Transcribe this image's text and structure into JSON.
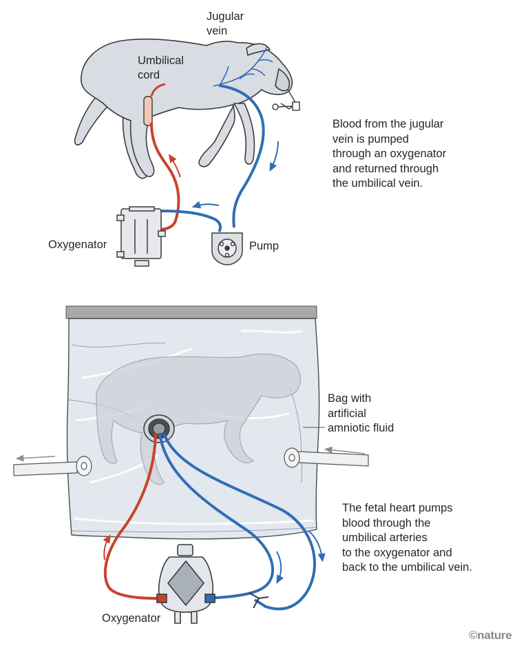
{
  "top_panel": {
    "labels": {
      "jugular_vein": "Jugular\nvein",
      "umbilical_cord": "Umbilical\ncord",
      "oxygenator": "Oxygenator",
      "pump": "Pump"
    },
    "caption": "Blood from the jugular\nvein is pumped\nthrough an oxygenator\nand returned through\nthe umbilical vein."
  },
  "bottom_panel": {
    "labels": {
      "bag": "Bag with\nartificial\namniotic fluid",
      "oxygenator": "Oxygenator"
    },
    "caption": "The fetal heart pumps\nblood through the\numbilical arteries\nto the oxygenator and\nback to the umbilical vein."
  },
  "credit": "©nature",
  "colors": {
    "arterial_red": "#c8432a",
    "venous_blue": "#2f6db5",
    "lamb_fill": "#d9dde3",
    "outline": "#3a3a3a",
    "bag_fill": "#e3e7ee",
    "lid_gray": "#a9a9a9"
  }
}
